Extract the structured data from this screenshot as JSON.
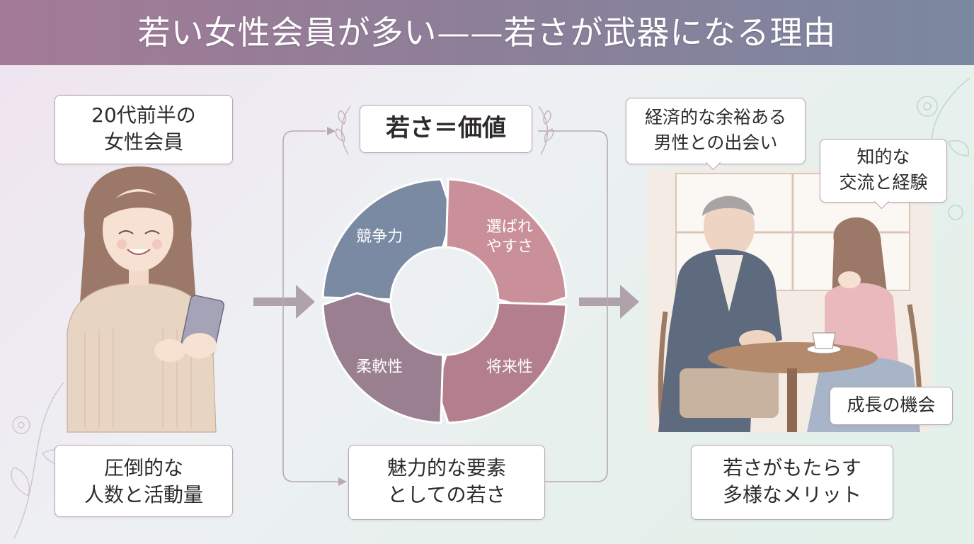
{
  "title": "若い女性会員が多い——若さが武器になる理由",
  "left": {
    "top_label": [
      "20代前半の",
      "女性会員"
    ],
    "bottom_label": [
      "圧倒的な",
      "人数と活動量"
    ]
  },
  "center": {
    "top_label": "若さ＝価値",
    "segments": [
      {
        "lines": [
          "競争力"
        ],
        "color": "#7b8aa3"
      },
      {
        "lines": [
          "選ばれ",
          "やすさ"
        ],
        "color": "#c9909a"
      },
      {
        "lines": [
          "将来性"
        ],
        "color": "#b37f8d"
      },
      {
        "lines": [
          "柔軟性"
        ],
        "color": "#9a7f90"
      }
    ],
    "bottom_label": [
      "魅力的な要素",
      "としての若さ"
    ]
  },
  "right": {
    "bubble_man": [
      "経済的な余裕ある",
      "男性との出会い"
    ],
    "bubble_woman": [
      "知的な",
      "交流と経験"
    ],
    "tag": "成長の機会",
    "bottom_label": [
      "若さがもたらす",
      "多様なメリット"
    ]
  }
}
